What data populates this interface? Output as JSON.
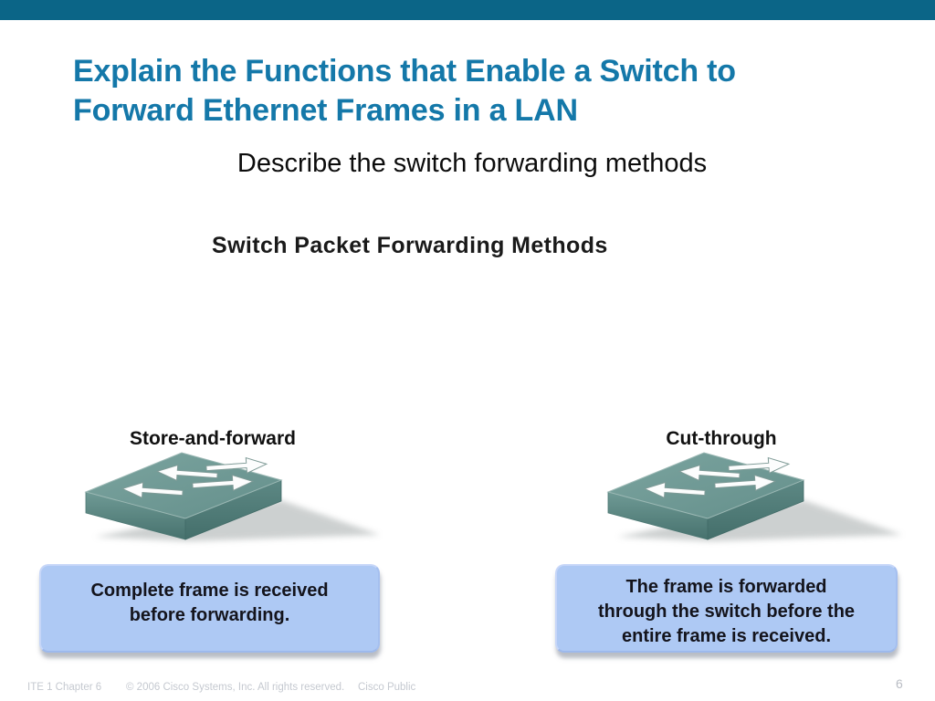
{
  "slide": {
    "title_lines": [
      "Explain the Functions that Enable a Switch to",
      "Forward Ethernet Frames in a LAN"
    ],
    "subtitle": "Describe the switch forwarding methods",
    "figure_title": "Switch Packet Forwarding Methods"
  },
  "methods": [
    {
      "label": "Store-and-forward",
      "icon": "network-switch-icon",
      "description_lines": [
        "Complete frame is received",
        "before forwarding."
      ]
    },
    {
      "label": "Cut-through",
      "icon": "network-switch-icon",
      "description_lines": [
        "The frame is forwarded",
        "through the switch before the",
        "entire frame is received."
      ]
    }
  ],
  "footer": {
    "left": "ITE 1 Chapter 6",
    "copyright": "© 2006 Cisco Systems, Inc. All rights reserved.",
    "classification": "Cisco Public",
    "page_number": "6"
  },
  "colors": {
    "top_bar": "#0b6587",
    "title_text": "#1478a9",
    "switch_top_face": "#6c9793",
    "switch_front_face": "#47726e",
    "description_box_fill": "#aec9f4",
    "footer_text": "#c5c9d0"
  }
}
